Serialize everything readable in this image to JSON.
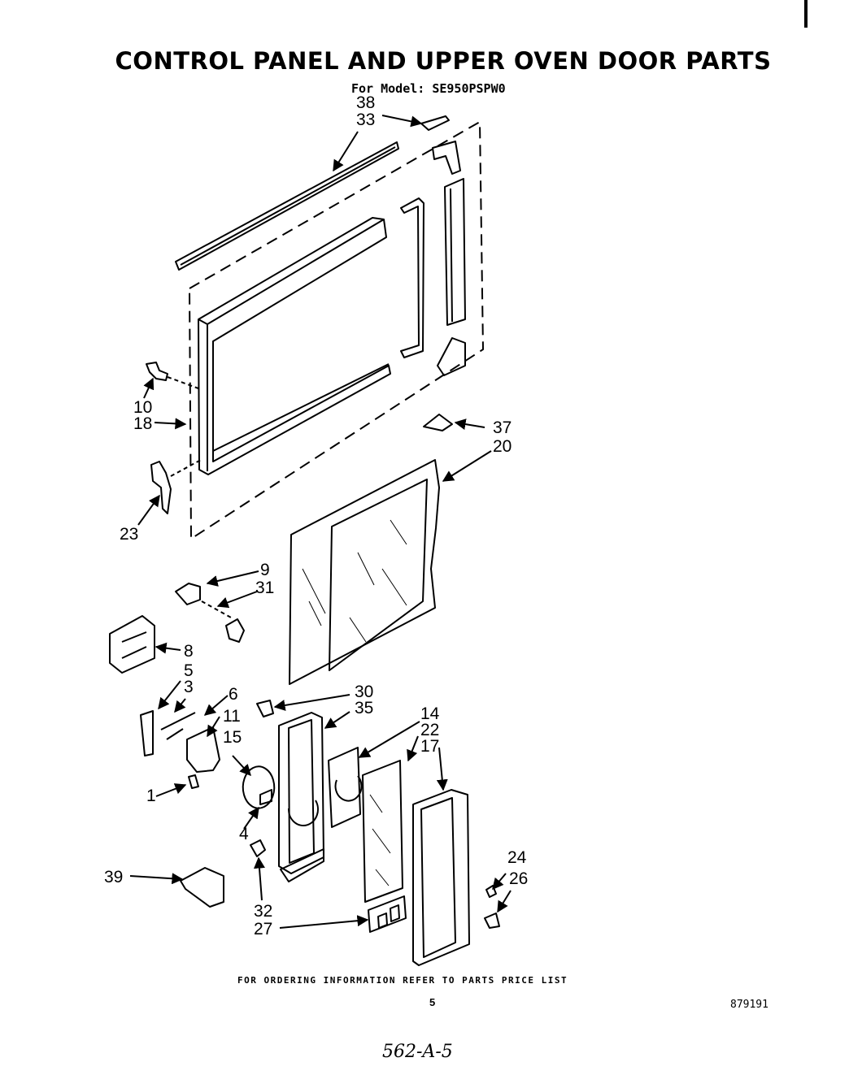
{
  "header": {
    "title": "CONTROL PANEL AND UPPER OVEN DOOR PARTS",
    "model": "For Model: SE950PSPW0"
  },
  "callouts": {
    "c38": "38",
    "c33": "33",
    "c10": "10",
    "c18": "18",
    "c37": "37",
    "c20": "20",
    "c23": "23",
    "c9": "9",
    "c31": "31",
    "c8": "8",
    "c5": "5",
    "c3": "3",
    "c6": "6",
    "c11": "11",
    "c15": "15",
    "c30": "30",
    "c35": "35",
    "c14": "14",
    "c22": "22",
    "c17": "17",
    "c1": "1",
    "c4": "4",
    "c24": "24",
    "c26": "26",
    "c39": "39",
    "c32": "32",
    "c27": "27"
  },
  "footer": {
    "ordering_note": "FOR ORDERING INFORMATION REFER TO PARTS PRICE LIST",
    "page_number": "5",
    "document_number": "879191",
    "handwritten_note": "562-A-5"
  }
}
